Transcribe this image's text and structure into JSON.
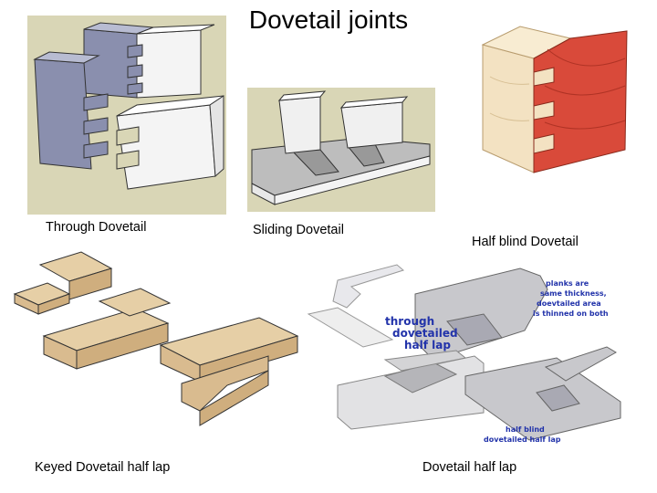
{
  "slide": {
    "title": "Dovetail joints",
    "captions": {
      "through": "Through Dovetail",
      "sliding": "Sliding Dovetail",
      "half_blind": "Half blind Dovetail",
      "keyed": "Keyed Dovetail half lap",
      "half_lap": "Dovetail half lap"
    },
    "annotations": {
      "through_line1": "through",
      "through_line2": "dovetailed",
      "through_line3": "half lap",
      "planks_line1": "planks are",
      "planks_line2": "same thickness,",
      "planks_line3": "doevtailed area",
      "planks_line4": "is thinned on both",
      "halfblind_line1": "half blind",
      "halfblind_line2": "dovetailed half lap"
    }
  },
  "colors": {
    "sketchup_bg": "#d9d6b6",
    "slate": "#8a8fae",
    "wood_light": "#f3e2c2",
    "wood_red": "#d94a3a",
    "keyed_wood": "#d9bb8f",
    "grey_plank": "#c8c8cc",
    "annotation": "#2233aa"
  }
}
